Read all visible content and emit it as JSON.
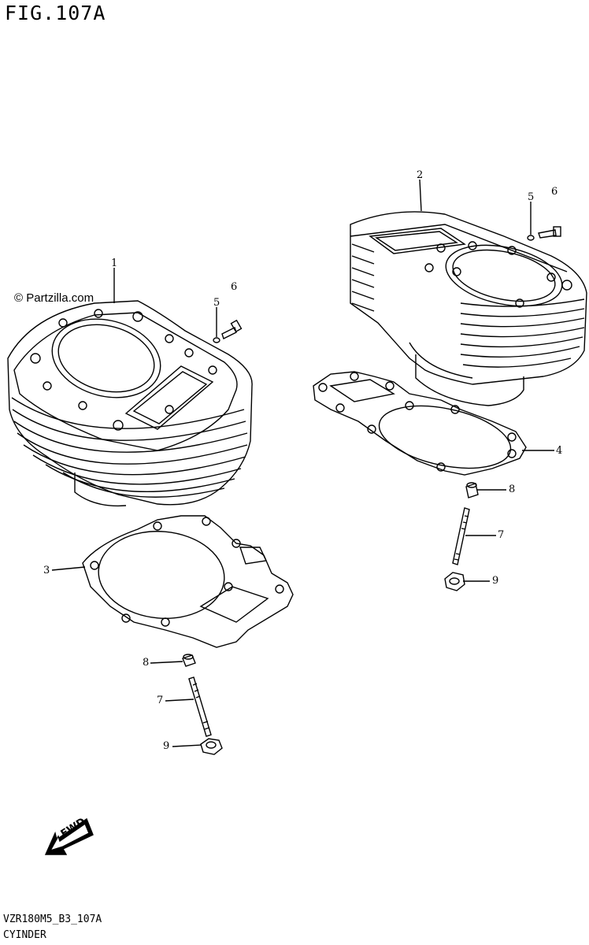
{
  "figure": {
    "title": "FIG.107A",
    "watermark": "© Partzilla.com",
    "footer_code": "VZR180M5_B3_107A",
    "footer_name": "CYINDER",
    "fwd_label": "FWD"
  },
  "callouts": {
    "c1": "1",
    "c2": "2",
    "c3": "3",
    "c4": "4",
    "c5a": "5",
    "c6a": "6",
    "c5b": "5",
    "c6b": "6",
    "c7a": "7",
    "c8a": "8",
    "c9a": "9",
    "c7b": "7",
    "c8b": "8",
    "c9b": "9"
  }
}
